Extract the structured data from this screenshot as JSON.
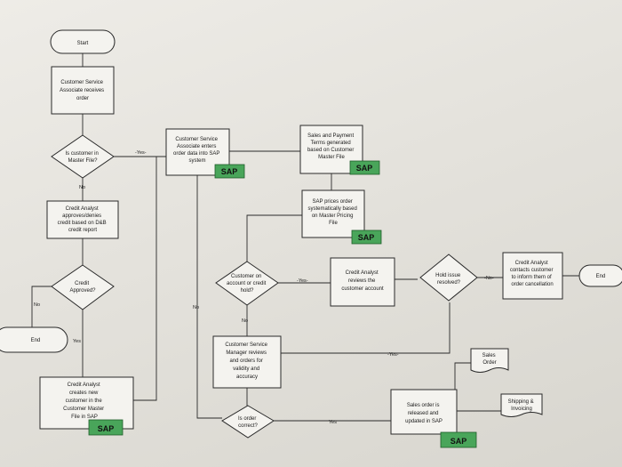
{
  "nodes": {
    "start": "Start",
    "receive_order": [
      "Customer Service",
      "Associate receives",
      "order"
    ],
    "is_customer": [
      "Is customer in",
      "Master File?"
    ],
    "enter_order": [
      "Customer Service",
      "Associate enters",
      "order data into SAP",
      "system"
    ],
    "payment_terms": [
      "Sales and Payment",
      "Terms generated",
      "based on Customer",
      "Master File"
    ],
    "credit_approve": [
      "Credit Analyst",
      "approves/denies",
      "credit based on D&B",
      "credit report"
    ],
    "sap_prices": [
      "SAP prices order",
      "systematically based",
      "on Master Pricing",
      "File"
    ],
    "credit_approved": [
      "Credit",
      "Approved?"
    ],
    "customer_hold": [
      "Customer on",
      "account or credit",
      "hold?"
    ],
    "analyst_reviews": [
      "Credit Analyst",
      "reviews the",
      "customer account"
    ],
    "hold_resolved": [
      "Hold issue",
      "resolved?"
    ],
    "contacts_customer": [
      "Credit Analyst",
      "contacts customer",
      "to inform them of",
      "order cancellation"
    ],
    "end_right": "End",
    "end_left": "End",
    "manager_reviews": [
      "Customer Service",
      "Manager reviews",
      "and orders for",
      "validity and",
      "accuracy"
    ],
    "create_customer": [
      "Credit Analyst",
      "creates new",
      "customer in the",
      "Customer Master",
      "File in SAP"
    ],
    "order_correct": [
      "Is order",
      "correct?"
    ],
    "order_released": [
      "Sales order is",
      "released and",
      "updated in SAP"
    ],
    "sales_order_doc": [
      "Sales",
      "Order"
    ],
    "shipping_doc": [
      "Shipping &",
      "Invoicing"
    ]
  },
  "sap_tag": "SAP",
  "edge_labels": {
    "yes": "Yes",
    "no": "No",
    "yes_dash": "-Yes-",
    "no_dash": "-No-"
  }
}
